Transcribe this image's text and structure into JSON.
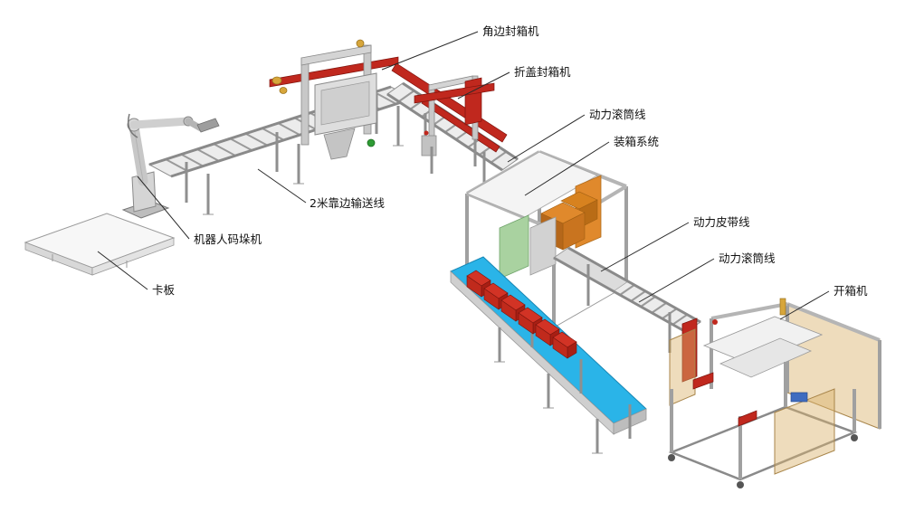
{
  "diagram": {
    "labels": {
      "corner_sealer": "角边封箱机",
      "flap_sealer": "折盖封箱机",
      "roller_line_top": "动力滚筒线",
      "packing_system": "装箱系统",
      "belt_line": "动力皮带线",
      "roller_line_right": "动力滚筒线",
      "case_erector": "开箱机",
      "conveyor_2m": "2米靠边输送线",
      "robot_palletizer": "机器人码垛机",
      "pallet": "卡板"
    },
    "colors": {
      "machine_gray": "#e8e8e8",
      "frame_gray": "#8a8a8a",
      "accent_red": "#c0281e",
      "belt_blue": "#2ab4e8",
      "box_orange": "#e0892c",
      "panel_amber": "#d9b16a",
      "panel_green": "#a9d2a0",
      "label_color": "#111111"
    }
  }
}
